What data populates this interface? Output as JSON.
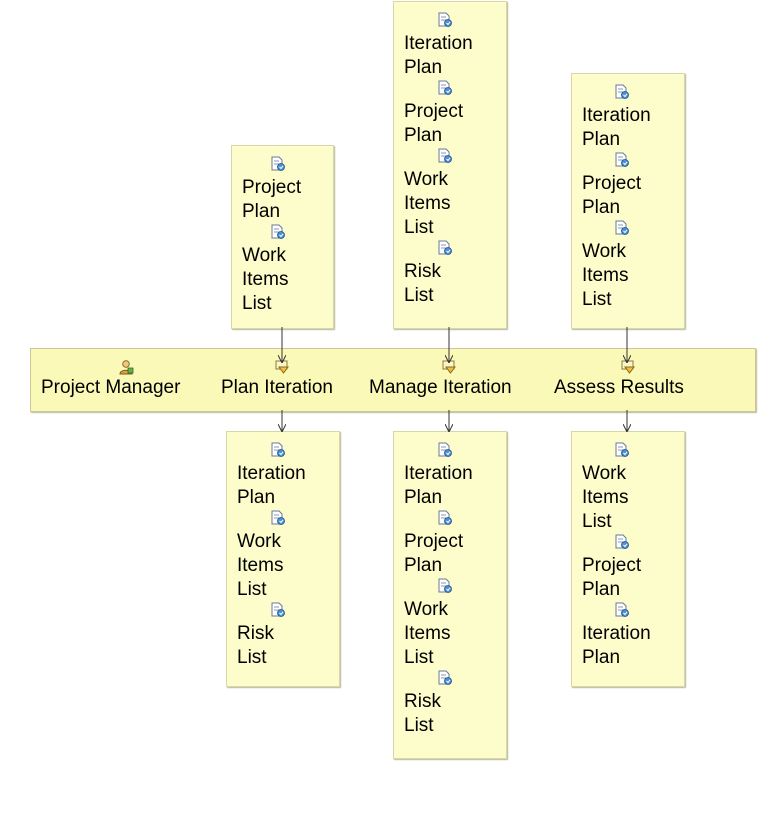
{
  "role": {
    "label": "Project Manager",
    "icon": "role-icon"
  },
  "tasks": [
    {
      "label": "Plan Iteration",
      "icon": "task-icon"
    },
    {
      "label": "Manage Iteration",
      "icon": "task-icon"
    },
    {
      "label": "Assess Results",
      "icon": "task-icon"
    }
  ],
  "inputs": [
    {
      "items": [
        {
          "lines": [
            "Project",
            "Plan"
          ]
        },
        {
          "lines": [
            "Work",
            "Items",
            "List"
          ]
        }
      ]
    },
    {
      "items": [
        {
          "lines": [
            "Iteration",
            "Plan"
          ]
        },
        {
          "lines": [
            "Project",
            "Plan"
          ]
        },
        {
          "lines": [
            "Work",
            "Items",
            "List"
          ]
        },
        {
          "lines": [
            "Risk",
            "List"
          ]
        }
      ]
    },
    {
      "items": [
        {
          "lines": [
            "Iteration",
            "Plan"
          ]
        },
        {
          "lines": [
            "Project",
            "Plan"
          ]
        },
        {
          "lines": [
            "Work",
            "Items",
            "List"
          ]
        }
      ]
    }
  ],
  "outputs": [
    {
      "items": [
        {
          "lines": [
            "Iteration",
            "Plan"
          ]
        },
        {
          "lines": [
            "Work",
            "Items",
            "List"
          ]
        },
        {
          "lines": [
            "Risk",
            "List"
          ]
        }
      ]
    },
    {
      "items": [
        {
          "lines": [
            "Iteration",
            "Plan"
          ]
        },
        {
          "lines": [
            "Project",
            "Plan"
          ]
        },
        {
          "lines": [
            "Work",
            "Items",
            "List"
          ]
        },
        {
          "lines": [
            "Risk",
            "List"
          ]
        }
      ]
    },
    {
      "items": [
        {
          "lines": [
            "Work",
            "Items",
            "List"
          ]
        },
        {
          "lines": [
            "Project",
            "Plan"
          ]
        },
        {
          "lines": [
            "Iteration",
            "Plan"
          ]
        }
      ]
    }
  ],
  "artifact_icon": "artifact-icon"
}
